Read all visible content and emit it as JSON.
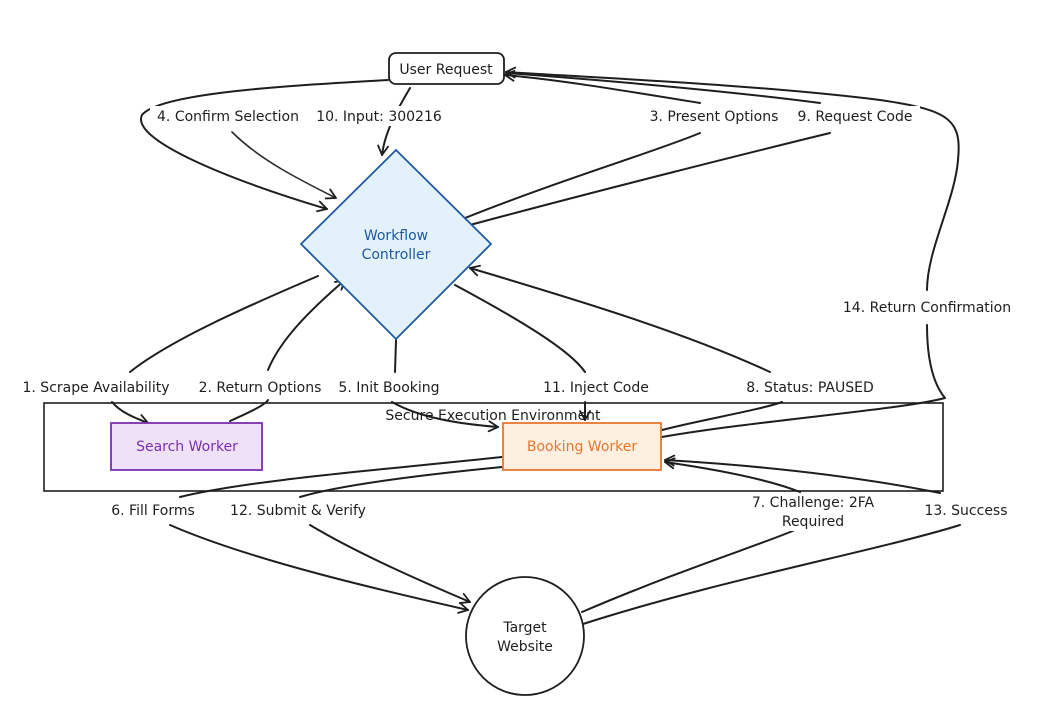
{
  "nodes": {
    "user_request": {
      "label": "User Request",
      "shape": "rounded-rect",
      "stroke": "#1e1e1e",
      "fill": "#ffffff"
    },
    "controller": {
      "label_lines": [
        "Workflow",
        "Controller"
      ],
      "shape": "diamond",
      "stroke": "#1e5aa0",
      "fill": "#e3f1fb",
      "text_color": "#1e5aa0"
    },
    "secure_env": {
      "label": "Secure Execution Environment",
      "shape": "rect",
      "stroke": "#1e1e1e",
      "fill": "none"
    },
    "search_worker": {
      "label": "Search Worker",
      "shape": "rect",
      "stroke": "#7b2fb0",
      "fill": "#efe1f7",
      "text_color": "#7b2fb0"
    },
    "booking_worker": {
      "label": "Booking Worker",
      "shape": "rect",
      "stroke": "#e8772e",
      "fill": "#fdf0e1",
      "text_color": "#e8772e"
    },
    "target_website": {
      "label_lines": [
        "Target",
        "Website"
      ],
      "shape": "circle",
      "stroke": "#1e1e1e",
      "fill": "#ffffff"
    }
  },
  "edges": [
    {
      "id": "e1",
      "from": "controller",
      "to": "search_worker",
      "label": "1. Scrape Availability"
    },
    {
      "id": "e2",
      "from": "search_worker",
      "to": "controller",
      "label": "2. Return Options"
    },
    {
      "id": "e3",
      "from": "controller",
      "to": "user_request",
      "label": "3. Present Options"
    },
    {
      "id": "e4",
      "from": "user_request",
      "to": "controller",
      "label": "4. Confirm Selection"
    },
    {
      "id": "e5",
      "from": "controller",
      "to": "booking_worker",
      "label": "5. Init Booking"
    },
    {
      "id": "e6",
      "from": "booking_worker",
      "to": "target_website",
      "label": "6. Fill Forms"
    },
    {
      "id": "e7",
      "from": "target_website",
      "to": "booking_worker",
      "label_lines": [
        "7. Challenge: 2FA",
        "Required"
      ]
    },
    {
      "id": "e8",
      "from": "booking_worker",
      "to": "controller",
      "label": "8. Status: PAUSED"
    },
    {
      "id": "e9",
      "from": "controller",
      "to": "user_request",
      "label": "9. Request Code"
    },
    {
      "id": "e10",
      "from": "user_request",
      "to": "controller",
      "label": "10. Input: 300216"
    },
    {
      "id": "e11",
      "from": "controller",
      "to": "booking_worker",
      "label": "11. Inject Code"
    },
    {
      "id": "e12",
      "from": "booking_worker",
      "to": "target_website",
      "label": "12. Submit & Verify"
    },
    {
      "id": "e13",
      "from": "target_website",
      "to": "booking_worker",
      "label": "13. Success"
    },
    {
      "id": "e14",
      "from": "booking_worker",
      "to": "user_request",
      "label": "14. Return Confirmation"
    }
  ]
}
